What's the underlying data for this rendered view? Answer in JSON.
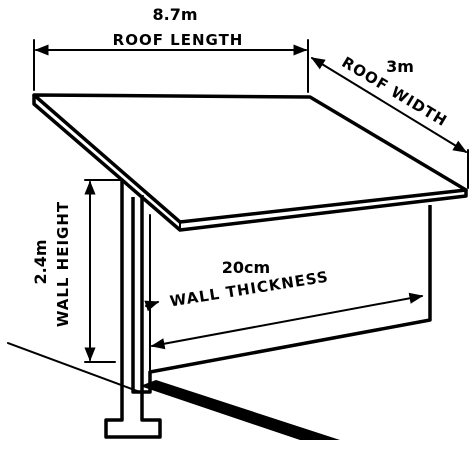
{
  "dimensions": {
    "roof_length": {
      "value": "8.7m",
      "label": "ROOF LENGTH"
    },
    "roof_width": {
      "value": "3m",
      "label": "ROOF WIDTH"
    },
    "wall_height": {
      "value": "2.4m",
      "label": "WALL HEIGHT"
    },
    "wall_thickness": {
      "value": "20cm",
      "label": "WALL THICKNESS"
    }
  }
}
